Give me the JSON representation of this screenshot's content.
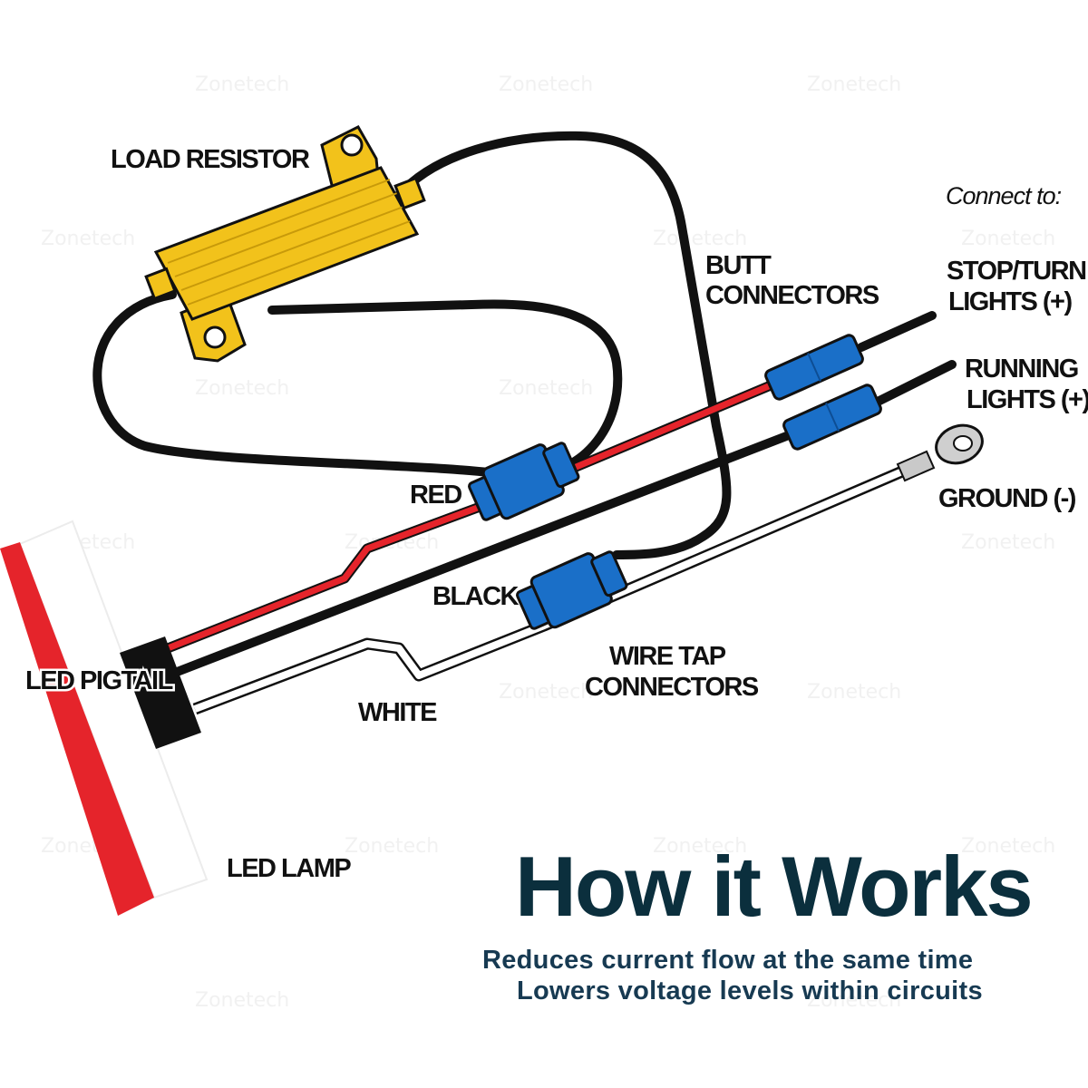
{
  "watermark": "Zonetech",
  "labels": {
    "load_resistor": "LOAD RESISTOR",
    "connect_to": "Connect to:",
    "butt_line1": "BUTT",
    "butt_line2": "CONNECTORS",
    "stop_line1": "STOP/TURN",
    "stop_line2": "LIGHTS (+)",
    "run_line1": "RUNNING",
    "run_line2": "LIGHTS (+)",
    "ground": "GROUND (-)",
    "red": "RED",
    "black": "BLACK",
    "white": "WHITE",
    "wire_tap_line1": "WIRE TAP",
    "wire_tap_line2": "CONNECTORS",
    "led_pigtail": "LED PIGTAIL",
    "led_lamp": "LED LAMP"
  },
  "heading": {
    "title": "How it Works",
    "line1": "Reduces current flow at the same time",
    "line2": "Lowers voltage levels within circuits"
  },
  "colors": {
    "title": "#0b2f3d",
    "subtitle": "#173a52",
    "resistor": "#f2c21b",
    "connector": "#1a6fc8",
    "red_wire": "#e5242b",
    "lamp_red": "#e5242b"
  }
}
